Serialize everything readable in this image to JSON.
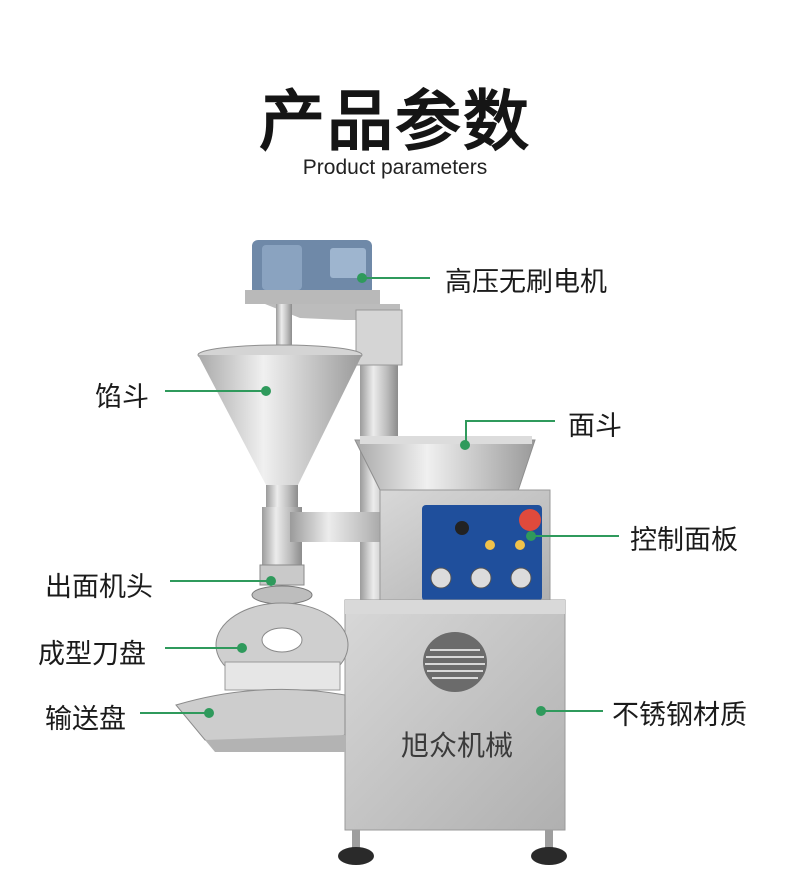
{
  "header": {
    "title": "产品参数",
    "subtitle": "Product parameters"
  },
  "machine": {
    "brand_text": "旭众机械"
  },
  "callouts": [
    {
      "id": "motor",
      "label": "高压无刷电机"
    },
    {
      "id": "filling-hopper",
      "label": "馅斗"
    },
    {
      "id": "dough-hopper",
      "label": "面斗"
    },
    {
      "id": "control-panel",
      "label": "控制面板"
    },
    {
      "id": "extruder-head",
      "label": "出面机头"
    },
    {
      "id": "forming-disc",
      "label": "成型刀盘"
    },
    {
      "id": "conveyor-tray",
      "label": "输送盘"
    },
    {
      "id": "stainless-steel",
      "label": "不锈钢材质"
    }
  ],
  "colors": {
    "accent_green": "#2f9a5c",
    "steel": "#c9c9c9",
    "panel_blue": "#1f4f9c",
    "motor_blue": "#6f89a8",
    "knob_red": "#e04a3c"
  }
}
